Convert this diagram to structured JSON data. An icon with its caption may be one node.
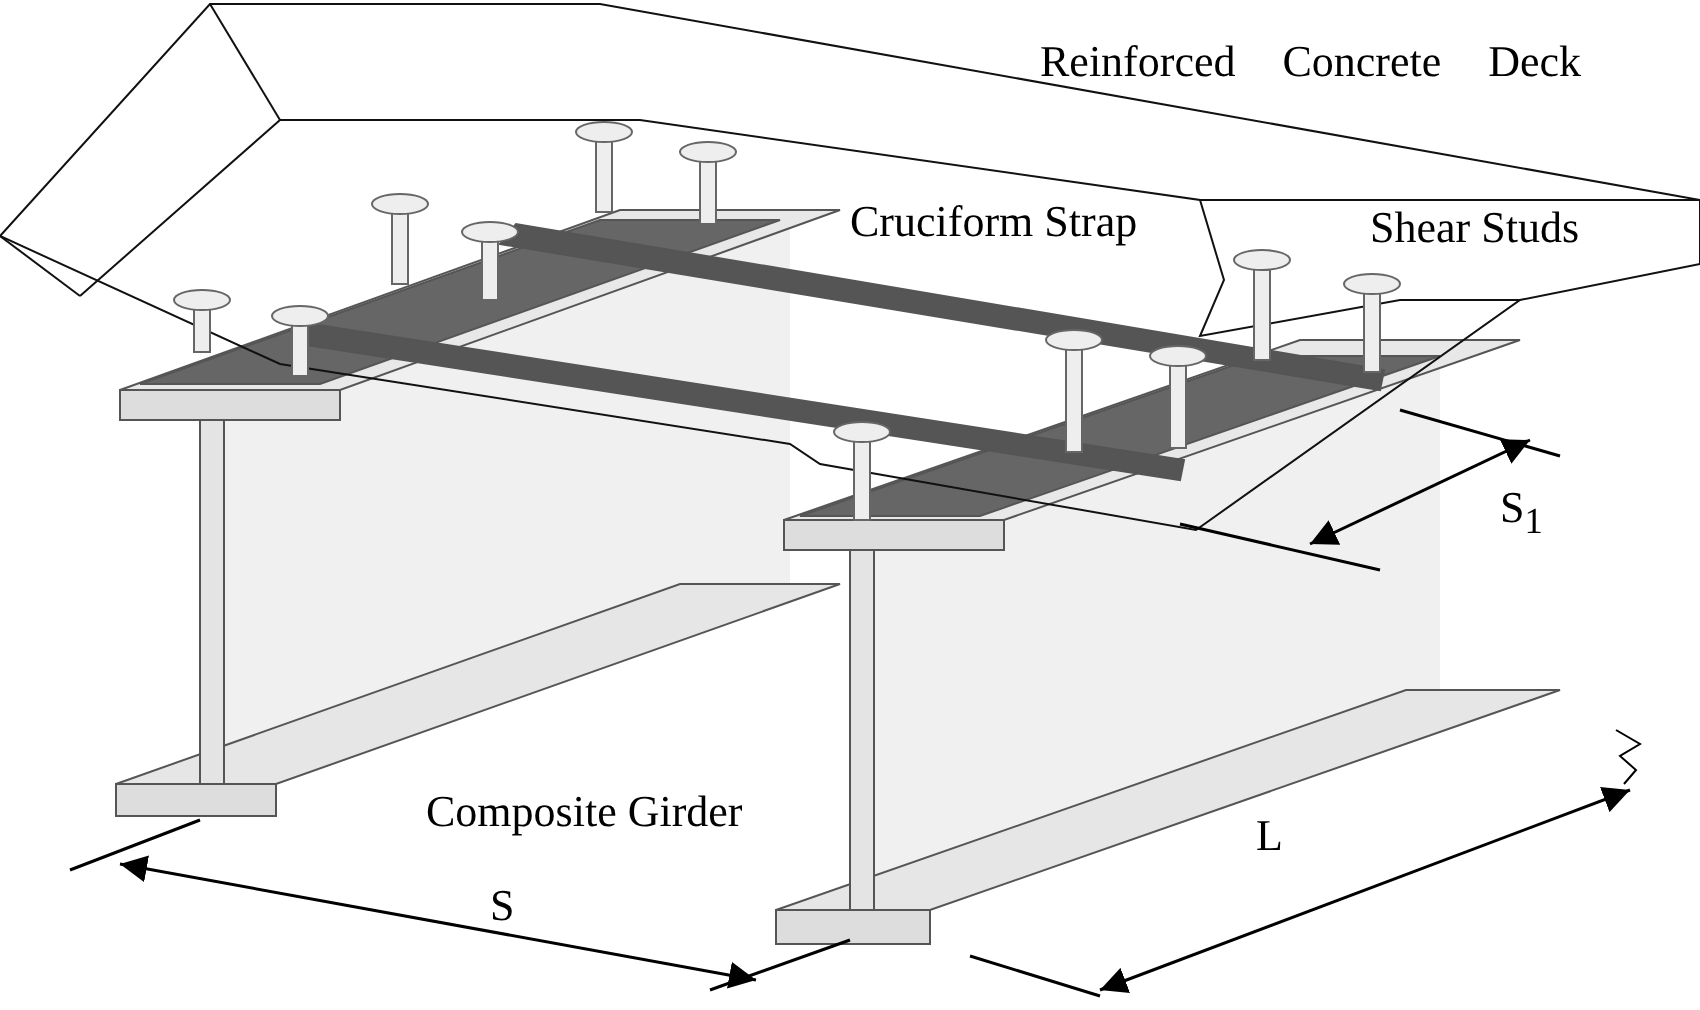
{
  "diagram": {
    "labels": [
      "Reinforced Concrete Deck",
      "Cruciform Strap",
      "Shear Studs",
      "S$_{1}$",
      "Composite Girder",
      "L",
      "S"
    ]
  }
}
